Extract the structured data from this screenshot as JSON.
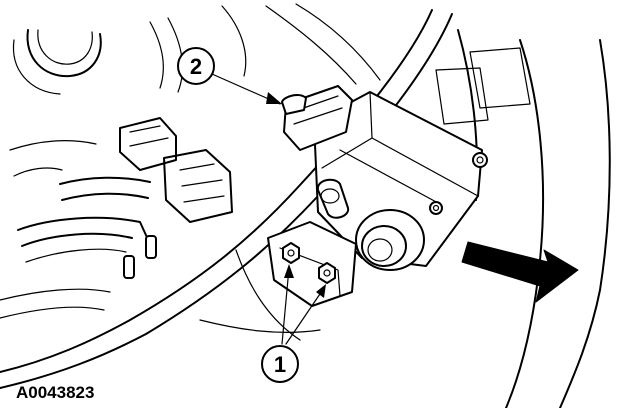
{
  "figure": {
    "figure_id": "A0043823",
    "callouts": [
      {
        "label": "2"
      },
      {
        "label": "1"
      }
    ],
    "colors": {
      "line": "#000000",
      "background": "#ffffff"
    }
  }
}
